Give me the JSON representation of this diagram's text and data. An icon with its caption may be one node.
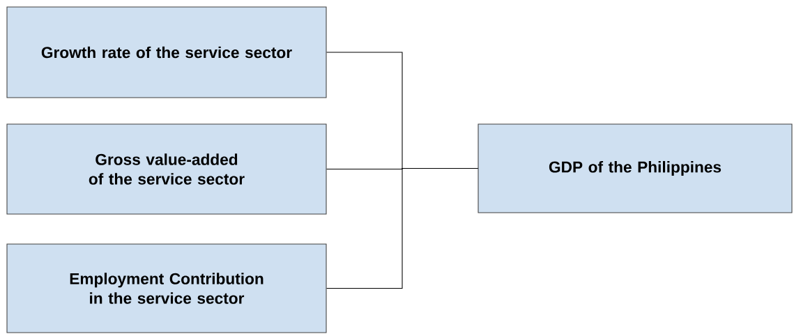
{
  "diagram": {
    "nodes": [
      {
        "text": [
          "Growth rate of the service sector"
        ]
      },
      {
        "text": [
          "Gross value-added of the service sector"
        ]
      },
      {
        "text": [
          "Employment Contribution in the service sector"
        ]
      },
      {
        "text": [
          "GDP of the Philippines"
        ]
      }
    ],
    "edges": [
      {
        "from": 0,
        "to": 3,
        "arrow": "none"
      },
      {
        "from": 1,
        "to": 3,
        "arrow": "none"
      },
      {
        "from": 2,
        "to": 3,
        "arrow": "none"
      }
    ]
  }
}
